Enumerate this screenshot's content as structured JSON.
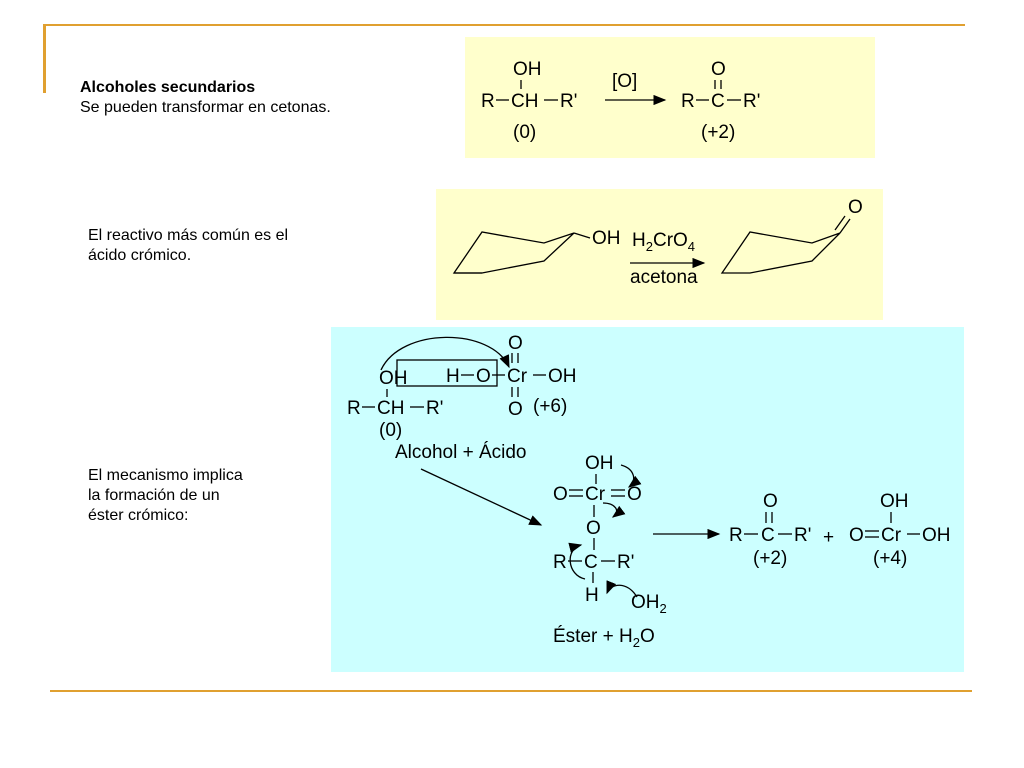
{
  "section1": {
    "heading": "Alcoholes secundarios",
    "text": "Se pueden transformar en cetonas."
  },
  "section2": {
    "line1": "El reactivo más común es el",
    "line2": "ácido crómico."
  },
  "section3": {
    "line1": "El mecanismo implica",
    "line2": "la formación de un",
    "line3": "éster crómico:"
  },
  "reaction1": {
    "reactant_oh": "OH",
    "reactant_r": "R",
    "reactant_ch": "CH",
    "reactant_r2": "R'",
    "reactant_ox": "(0)",
    "reagent": "[O]",
    "product_o": "O",
    "product_r": "R",
    "product_c": "C",
    "product_r2": "R'",
    "product_ox": "(+2)"
  },
  "reaction2": {
    "oh": "OH",
    "reagent_h": "H",
    "reagent_sub2": "2",
    "reagent_cr": "CrO",
    "reagent_sub4": "4",
    "solvent": "acetona",
    "product_o": "O"
  },
  "mechanism": {
    "alcohol_oh": "OH",
    "alcohol_r": "R",
    "alcohol_ch": "CH",
    "alcohol_r2": "R'",
    "alcohol_ox": "(0)",
    "acid_h": "H",
    "acid_o": "O",
    "acid_cr": "Cr",
    "acid_oh": "OH",
    "acid_top_o": "O",
    "acid_bottom_o": "O",
    "acid_ox": "(+6)",
    "step1_label": "Alcohol + Ácido",
    "ester_oh": "OH",
    "ester_o_left": "O",
    "ester_cr": "Cr",
    "ester_o_right": "O",
    "ester_o_link": "O",
    "ester_r": "R",
    "ester_c": "C",
    "ester_r2": "R'",
    "ester_h": "H",
    "water": "OH",
    "water_sub": "2",
    "ester_label_pre": "Éster + H",
    "ester_label_sub": "2",
    "ester_label_post": "O",
    "ketone_o": "O",
    "ketone_r": "R",
    "ketone_c": "C",
    "ketone_r2": "R'",
    "ketone_ox": "(+2)",
    "plus": "+",
    "cr4_oh": "OH",
    "cr4_o": "O",
    "cr4_cr": "Cr",
    "cr4_oh2": "OH",
    "cr4_ox": "(+4)"
  },
  "colors": {
    "accent_rule": "#e0a030",
    "panel_yellow": "#ffffcc",
    "panel_cyan": "#ccffff"
  }
}
